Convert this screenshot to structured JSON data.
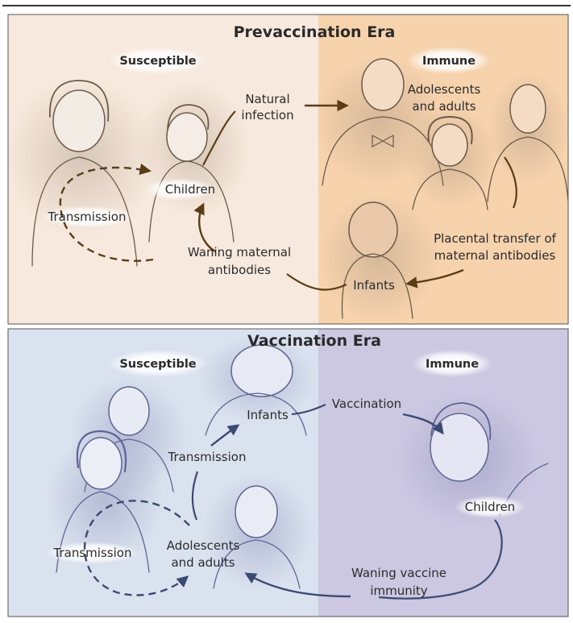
{
  "colors": {
    "susceptible_top": "#f7e9dd",
    "immune_top": "#f6d2ad",
    "susceptible_bottom": "#dbe2ef",
    "immune_bottom": "#cdc8e2",
    "arrow_top": "#5a3d17",
    "arrow_bottom": "#3b4a72",
    "figure_top": "#6b5a48",
    "figure_bottom": "#5d6592"
  },
  "top": {
    "title": "Prevaccination Era",
    "susceptible_label": "Susceptible",
    "immune_label": "Immune",
    "natural_infection": [
      "Natural",
      "infection"
    ],
    "adolescents_adults": [
      "Adolescents",
      "and adults"
    ],
    "children": "Children",
    "transmission": "Transmission",
    "waning_maternal": [
      "Waning maternal",
      "antibodies"
    ],
    "placental": [
      "Placental transfer of",
      "maternal antibodies"
    ],
    "infants": "Infants"
  },
  "bottom": {
    "title": "Vaccination Era",
    "susceptible_label": "Susceptible",
    "immune_label": "Immune",
    "infants": "Infants",
    "vaccination": "Vaccination",
    "transmission_upper": "Transmission",
    "children": "Children",
    "transmission_left": "Transmission",
    "adolescents_adults": [
      "Adolescents",
      "and adults"
    ],
    "waning_vaccine": [
      "Waning vaccine",
      "immunity"
    ]
  }
}
